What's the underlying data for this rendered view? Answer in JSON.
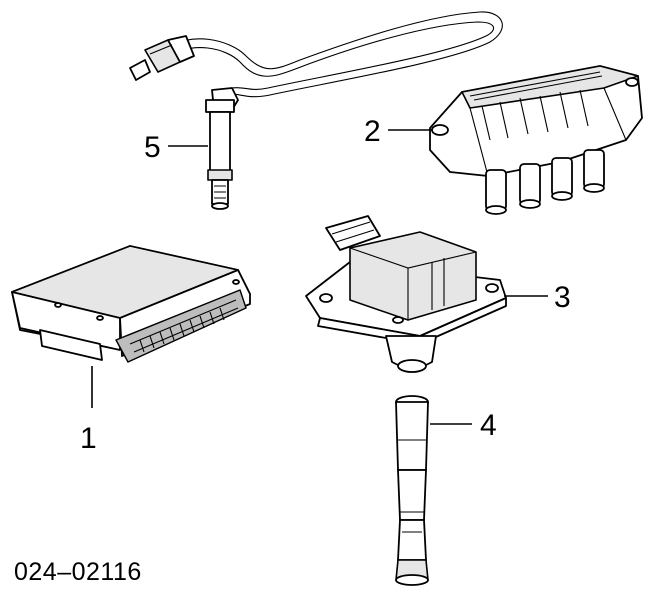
{
  "diagram_ref": "024–02116",
  "callouts": [
    {
      "id": "1",
      "label": "1"
    },
    {
      "id": "2",
      "label": "2"
    },
    {
      "id": "3",
      "label": "3"
    },
    {
      "id": "4",
      "label": "4"
    },
    {
      "id": "5",
      "label": "5"
    }
  ],
  "colors": {
    "line": "#000000",
    "background": "#ffffff",
    "shade": "#e6e6e6"
  }
}
